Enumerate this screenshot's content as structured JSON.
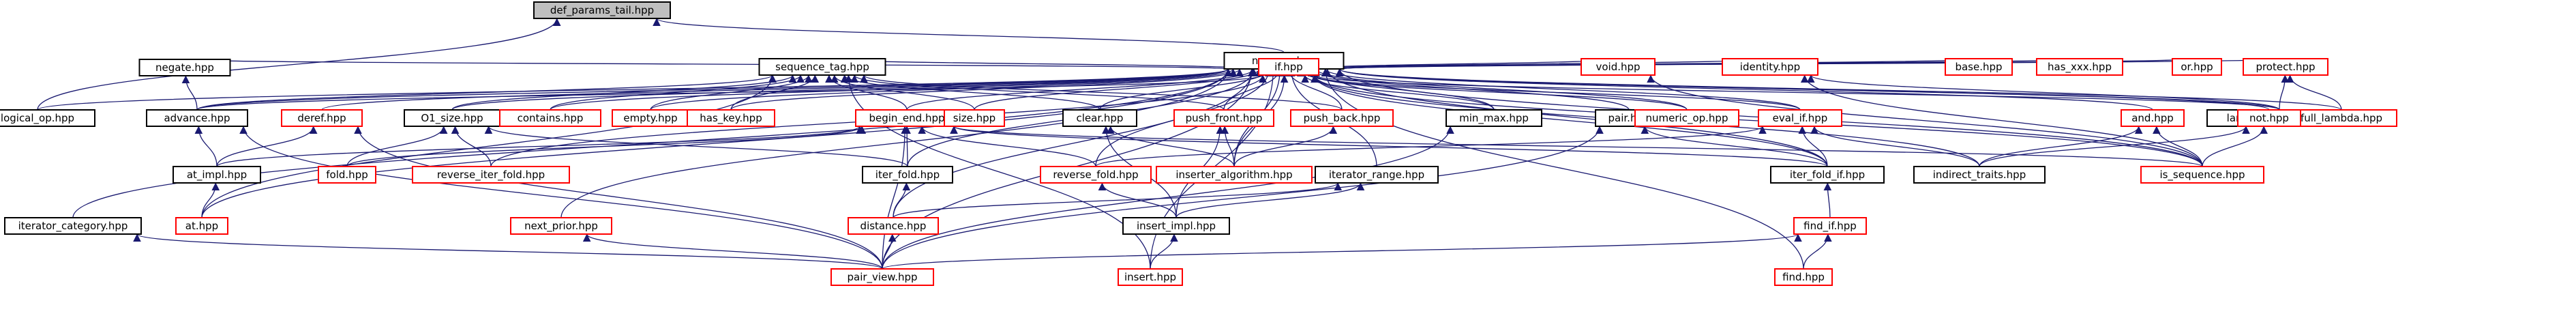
{
  "colors": {
    "node_fill": "#ffffff",
    "node_border": "#000000",
    "node_border_broken": "#ff0000",
    "root_fill": "#bfbfbf",
    "edge": "#191970"
  },
  "nodes": [
    {
      "id": "def_params_tail",
      "label": "def_params_tail.hpp",
      "style": "root"
    },
    {
      "id": "na_spec",
      "label": "na_spec.hpp",
      "style": "normal"
    },
    {
      "id": "logical_op",
      "label": "logical_op.hpp",
      "style": "normal"
    },
    {
      "id": "negate",
      "label": "negate.hpp",
      "style": "normal"
    },
    {
      "id": "sequence_tag",
      "label": "sequence_tag.hpp",
      "style": "normal"
    },
    {
      "id": "if",
      "label": "if.hpp",
      "style": "red"
    },
    {
      "id": "void",
      "label": "void.hpp",
      "style": "red"
    },
    {
      "id": "identity",
      "label": "identity.hpp",
      "style": "red"
    },
    {
      "id": "base",
      "label": "base.hpp",
      "style": "red"
    },
    {
      "id": "has_xxx",
      "label": "has_xxx.hpp",
      "style": "red"
    },
    {
      "id": "or",
      "label": "or.hpp",
      "style": "red"
    },
    {
      "id": "protect",
      "label": "protect.hpp",
      "style": "red"
    },
    {
      "id": "advance",
      "label": "advance.hpp",
      "style": "normal"
    },
    {
      "id": "deref",
      "label": "deref.hpp",
      "style": "red"
    },
    {
      "id": "O1_size",
      "label": "O1_size.hpp",
      "style": "normal"
    },
    {
      "id": "contains",
      "label": "contains.hpp",
      "style": "red"
    },
    {
      "id": "empty",
      "label": "empty.hpp",
      "style": "red"
    },
    {
      "id": "has_key",
      "label": "has_key.hpp",
      "style": "red"
    },
    {
      "id": "begin_end",
      "label": "begin_end.hpp",
      "style": "red"
    },
    {
      "id": "size",
      "label": "size.hpp",
      "style": "red"
    },
    {
      "id": "clear",
      "label": "clear.hpp",
      "style": "normal"
    },
    {
      "id": "push_front",
      "label": "push_front.hpp",
      "style": "red"
    },
    {
      "id": "push_back",
      "label": "push_back.hpp",
      "style": "red"
    },
    {
      "id": "min_max",
      "label": "min_max.hpp",
      "style": "normal"
    },
    {
      "id": "pair",
      "label": "pair.hpp",
      "style": "normal"
    },
    {
      "id": "numeric_op",
      "label": "numeric_op.hpp",
      "style": "red"
    },
    {
      "id": "eval_if",
      "label": "eval_if.hpp",
      "style": "red"
    },
    {
      "id": "lambda_no_ctps",
      "label": "lambda_no_ctps.hpp",
      "style": "normal"
    },
    {
      "id": "full_lambda",
      "label": "full_lambda.hpp",
      "style": "red"
    },
    {
      "id": "and",
      "label": "and.hpp",
      "style": "red"
    },
    {
      "id": "not",
      "label": "not.hpp",
      "style": "red"
    },
    {
      "id": "at_impl",
      "label": "at_impl.hpp",
      "style": "normal"
    },
    {
      "id": "fold",
      "label": "fold.hpp",
      "style": "red"
    },
    {
      "id": "reverse_iter_fold",
      "label": "reverse_iter_fold.hpp",
      "style": "red"
    },
    {
      "id": "iter_fold",
      "label": "iter_fold.hpp",
      "style": "normal"
    },
    {
      "id": "reverse_fold",
      "label": "reverse_fold.hpp",
      "style": "red"
    },
    {
      "id": "inserter_algorithm",
      "label": "inserter_algorithm.hpp",
      "style": "red"
    },
    {
      "id": "iterator_range",
      "label": "iterator_range.hpp",
      "style": "normal"
    },
    {
      "id": "iter_fold_if",
      "label": "iter_fold_if.hpp",
      "style": "normal"
    },
    {
      "id": "indirect_traits",
      "label": "indirect_traits.hpp",
      "style": "normal"
    },
    {
      "id": "is_sequence",
      "label": "is_sequence.hpp",
      "style": "red"
    },
    {
      "id": "iterator_category",
      "label": "iterator_category.hpp",
      "style": "normal"
    },
    {
      "id": "at",
      "label": "at.hpp",
      "style": "red"
    },
    {
      "id": "next_prior",
      "label": "next_prior.hpp",
      "style": "red"
    },
    {
      "id": "distance",
      "label": "distance.hpp",
      "style": "red"
    },
    {
      "id": "insert_impl",
      "label": "insert_impl.hpp",
      "style": "normal"
    },
    {
      "id": "find_if",
      "label": "find_if.hpp",
      "style": "red"
    },
    {
      "id": "pair_view",
      "label": "pair_view.hpp",
      "style": "red"
    },
    {
      "id": "insert",
      "label": "insert.hpp",
      "style": "red"
    },
    {
      "id": "find",
      "label": "find.hpp",
      "style": "red"
    }
  ],
  "edges": [
    [
      "def_params_tail",
      "na_spec"
    ],
    [
      "def_params_tail",
      "logical_op"
    ],
    [
      "na_spec",
      "logical_op"
    ],
    [
      "na_spec",
      "negate"
    ],
    [
      "na_spec",
      "sequence_tag"
    ],
    [
      "na_spec",
      "if"
    ],
    [
      "na_spec",
      "void"
    ],
    [
      "na_spec",
      "identity"
    ],
    [
      "na_spec",
      "base"
    ],
    [
      "na_spec",
      "has_xxx"
    ],
    [
      "na_spec",
      "or"
    ],
    [
      "na_spec",
      "protect"
    ],
    [
      "na_spec",
      "advance"
    ],
    [
      "na_spec",
      "deref"
    ],
    [
      "na_spec",
      "O1_size"
    ],
    [
      "na_spec",
      "contains"
    ],
    [
      "na_spec",
      "empty"
    ],
    [
      "na_spec",
      "has_key"
    ],
    [
      "na_spec",
      "begin_end"
    ],
    [
      "na_spec",
      "size"
    ],
    [
      "na_spec",
      "clear"
    ],
    [
      "na_spec",
      "push_front"
    ],
    [
      "na_spec",
      "push_back"
    ],
    [
      "na_spec",
      "min_max"
    ],
    [
      "na_spec",
      "pair"
    ],
    [
      "na_spec",
      "numeric_op"
    ],
    [
      "na_spec",
      "eval_if"
    ],
    [
      "na_spec",
      "lambda_no_ctps"
    ],
    [
      "na_spec",
      "full_lambda"
    ],
    [
      "na_spec",
      "and"
    ],
    [
      "na_spec",
      "not"
    ],
    [
      "na_spec",
      "at"
    ],
    [
      "na_spec",
      "iterator_category"
    ],
    [
      "na_spec",
      "next_prior"
    ],
    [
      "na_spec",
      "iter_fold"
    ],
    [
      "na_spec",
      "reverse_fold"
    ],
    [
      "na_spec",
      "inserter_algorithm"
    ],
    [
      "na_spec",
      "iterator_range"
    ],
    [
      "na_spec",
      "distance"
    ],
    [
      "na_spec",
      "pair_view"
    ],
    [
      "na_spec",
      "insert"
    ],
    [
      "na_spec",
      "find"
    ],
    [
      "na_spec",
      "iter_fold_if"
    ],
    [
      "na_spec",
      "is_sequence"
    ],
    [
      "negate",
      "advance"
    ],
    [
      "sequence_tag",
      "advance"
    ],
    [
      "sequence_tag",
      "O1_size"
    ],
    [
      "sequence_tag",
      "contains"
    ],
    [
      "sequence_tag",
      "empty"
    ],
    [
      "sequence_tag",
      "has_key"
    ],
    [
      "sequence_tag",
      "begin_end"
    ],
    [
      "sequence_tag",
      "size"
    ],
    [
      "sequence_tag",
      "clear"
    ],
    [
      "sequence_tag",
      "push_front"
    ],
    [
      "sequence_tag",
      "push_back"
    ],
    [
      "sequence_tag",
      "at"
    ],
    [
      "sequence_tag",
      "insert"
    ],
    [
      "if",
      "advance"
    ],
    [
      "if",
      "min_max"
    ],
    [
      "if",
      "numeric_op"
    ],
    [
      "if",
      "eval_if"
    ],
    [
      "if",
      "iter_fold_if"
    ],
    [
      "if",
      "indirect_traits"
    ],
    [
      "if",
      "is_sequence"
    ],
    [
      "if",
      "lambda_no_ctps"
    ],
    [
      "if",
      "inserter_algorithm"
    ],
    [
      "if",
      "reverse_iter_fold"
    ],
    [
      "void",
      "is_sequence"
    ],
    [
      "identity",
      "lambda_no_ctps"
    ],
    [
      "identity",
      "is_sequence"
    ],
    [
      "protect",
      "lambda_no_ctps"
    ],
    [
      "protect",
      "full_lambda"
    ],
    [
      "advance",
      "at_impl"
    ],
    [
      "advance",
      "pair_view"
    ],
    [
      "deref",
      "at_impl"
    ],
    [
      "deref",
      "pair_view"
    ],
    [
      "O1_size",
      "fold"
    ],
    [
      "O1_size",
      "reverse_iter_fold"
    ],
    [
      "O1_size",
      "iter_fold"
    ],
    [
      "begin_end",
      "at_impl"
    ],
    [
      "begin_end",
      "fold"
    ],
    [
      "begin_end",
      "iter_fold"
    ],
    [
      "begin_end",
      "reverse_fold"
    ],
    [
      "begin_end",
      "pair_view"
    ],
    [
      "begin_end",
      "is_sequence"
    ],
    [
      "begin_end",
      "iter_fold_if"
    ],
    [
      "clear",
      "inserter_algorithm"
    ],
    [
      "clear",
      "insert_impl"
    ],
    [
      "push_front",
      "inserter_algorithm"
    ],
    [
      "push_front",
      "insert_impl"
    ],
    [
      "push_back",
      "inserter_algorithm"
    ],
    [
      "min_max",
      "pair_view"
    ],
    [
      "pair",
      "iter_fold_if"
    ],
    [
      "pair",
      "pair_view"
    ],
    [
      "eval_if",
      "indirect_traits"
    ],
    [
      "eval_if",
      "iter_fold_if"
    ],
    [
      "eval_if",
      "reverse_fold"
    ],
    [
      "and",
      "indirect_traits"
    ],
    [
      "and",
      "is_sequence"
    ],
    [
      "not",
      "is_sequence"
    ],
    [
      "not",
      "indirect_traits"
    ],
    [
      "at_impl",
      "at"
    ],
    [
      "iter_fold",
      "distance"
    ],
    [
      "reverse_fold",
      "insert_impl"
    ],
    [
      "iterator_range",
      "insert_impl"
    ],
    [
      "iterator_range",
      "distance"
    ],
    [
      "iter_fold_if",
      "find_if"
    ],
    [
      "iterator_category",
      "pair_view"
    ],
    [
      "next_prior",
      "pair_view"
    ],
    [
      "distance",
      "pair_view"
    ],
    [
      "insert_impl",
      "insert"
    ],
    [
      "find_if",
      "find"
    ],
    [
      "find_if",
      "pair_view"
    ]
  ]
}
